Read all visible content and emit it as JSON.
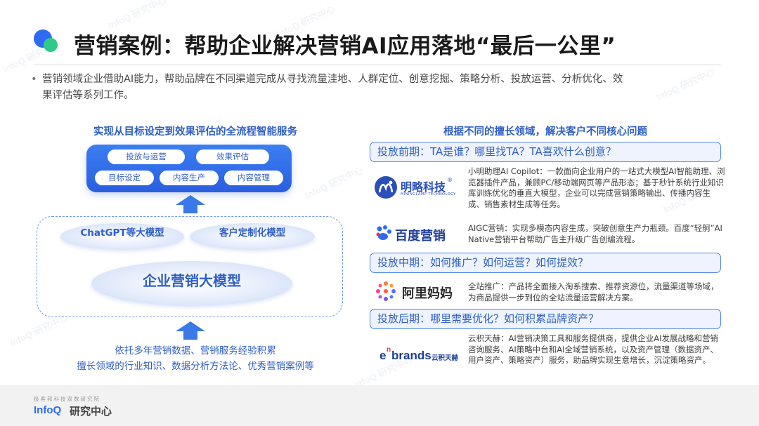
{
  "header": {
    "title": "营销案例：帮助企业解决营销AI应用落地“最后一公里”"
  },
  "intro": {
    "bullet": "•",
    "line1": "营销领域企业借助AI能力，帮助品牌在不同渠道完成从寻找流量洼地、人群定位、创意挖掘、策略分析、投放运营、分析优化、效",
    "line2": "果评估等系列工作。"
  },
  "left": {
    "heading": "实现从目标设定到效果评估的全流程智能服务",
    "services": [
      "投放与运营",
      "效果评估",
      "目标设定",
      "内容生产",
      "内容管理"
    ],
    "model_chatgpt": "ChatGPT等大模型",
    "model_custom": "客户定制化模型",
    "model_enterprise": "企业营销大模型",
    "base_line1": "依托多年营销数据、营销服务经验积累",
    "base_line2": "擅长领域的行业知识、数据分析方法论、优秀营销案例等"
  },
  "right": {
    "heading": "根据不同的擅长领域，解决客户不同核心问题",
    "stage1": "投放前期：TA是谁？哪里找TA？TA喜欢什么创意？",
    "stage2": "投放中期：如何推广？如何运营？如何提效？",
    "stage3": "投放后期：哪里需要优化？如何积累品牌资产？",
    "cases": [
      {
        "logo_text": "明略科技",
        "logo_sub": "MININGLAMP TECHNOLOGY",
        "logo_mark": "®",
        "desc": "小明助理AI Copilot：一款面向企业用户的一站式大模型AI智能助理、浏览器插件产品，兼顾PC/移动端网页等产品形态；基于秒针系统行业知识库训练优化的垂直大模型，企业可以完成营销策略输出、传播内容生成、销售素材生成等任务。"
      },
      {
        "logo_text": "百度营销",
        "desc": "AIGC营销：实现多模态内容生成，突破创意生产力瓶颈。百度“轻舸”AI Native营销平台帮助广告主升级广告创编流程。"
      },
      {
        "logo_text": "阿里妈妈",
        "desc": "全站推广：产品将全面接入淘系搜索、推荐资源位，流量渠道等场域，为商品提供一步到位的全站流量运营解决方案。"
      },
      {
        "logo_text_a": "e",
        "logo_text_n": "n",
        "logo_text_b": "brands",
        "logo_text_cn": "云积天赫",
        "desc": "云积天赫：AI营销决策工具和服务提供商，提供企业AI发展战略和营销咨询服务、AI策略中台和AI全域营销系统，以及资产管理（数据资产、用户资产、策略资产）服务，助品牌实现生意增长，沉淀策略资产。"
      }
    ]
  },
  "footer": {
    "small": "极客邦科技双数研究院",
    "brand": "InfoQ",
    "brand_cn": "研究中心"
  },
  "watermark": "InfoQ 研究中心",
  "colors": {
    "accent_blue": "#2f6bf0",
    "accent_green": "#2fc98a",
    "heading_blue": "#2f5fc4",
    "stage_border": "#4f86ea"
  }
}
